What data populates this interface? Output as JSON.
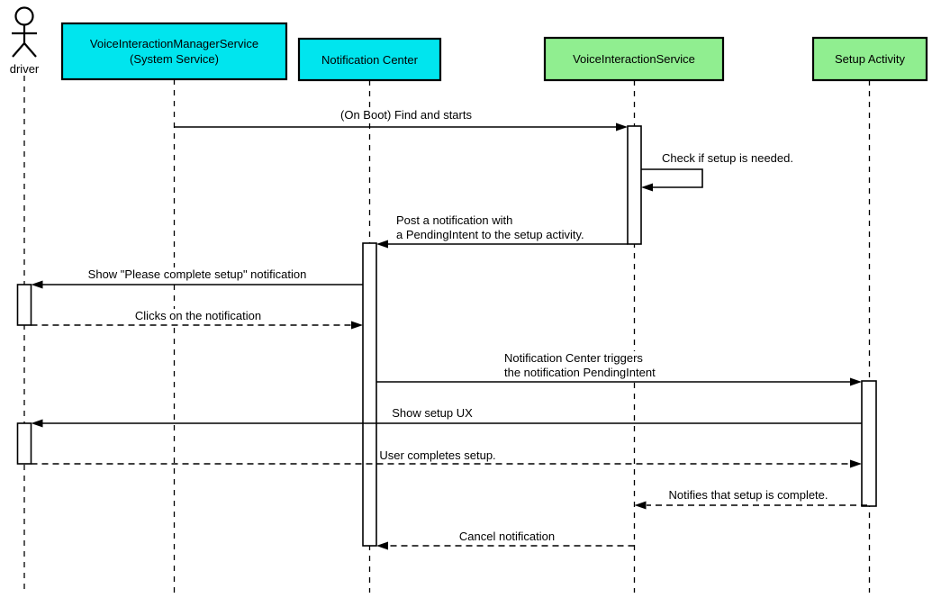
{
  "diagram": {
    "type": "uml-sequence",
    "colors": {
      "participant_system": "#00e5ee",
      "participant_activity": "#90ee90",
      "line": "#000000",
      "activation_fill": "#ffffff",
      "background": "#ffffff"
    },
    "actor": {
      "label": "driver"
    },
    "participants": [
      {
        "id": "voice-interaction-manager-service",
        "lines": [
          "VoiceInteractionManagerService",
          "(System Service)"
        ],
        "fill": "#00e5ee"
      },
      {
        "id": "notification-center",
        "label": "Notification Center",
        "fill": "#00e5ee"
      },
      {
        "id": "voice-interaction-service",
        "label": "VoiceInteractionService",
        "fill": "#90ee90"
      },
      {
        "id": "setup-activity",
        "label": "Setup Activity",
        "fill": "#90ee90"
      }
    ],
    "messages": [
      {
        "label": "(On Boot) Find and starts",
        "from": "VoiceInteractionManagerService",
        "to": "VoiceInteractionService",
        "style": "solid"
      },
      {
        "label": "Check if setup is needed.",
        "from": "VoiceInteractionService",
        "to": "VoiceInteractionService",
        "style": "self"
      },
      {
        "lines": [
          "Post a notification with",
          "a PendingIntent to the setup activity."
        ],
        "from": "VoiceInteractionService",
        "to": "Notification Center",
        "style": "solid"
      },
      {
        "label": "Show \"Please complete setup\" notification",
        "from": "Notification Center",
        "to": "driver",
        "style": "solid"
      },
      {
        "label": "Clicks on the notification",
        "from": "driver",
        "to": "Notification Center",
        "style": "dashed"
      },
      {
        "lines": [
          "Notification Center triggers",
          "the notification PendingIntent"
        ],
        "from": "Notification Center",
        "to": "Setup Activity",
        "style": "solid"
      },
      {
        "label": "Show setup UX",
        "from": "Setup Activity",
        "to": "driver",
        "style": "solid"
      },
      {
        "label": "User completes setup.",
        "from": "driver",
        "to": "Setup Activity",
        "style": "dashed"
      },
      {
        "label": "Notifies that setup is complete.",
        "from": "Setup Activity",
        "to": "VoiceInteractionService",
        "style": "dashed"
      },
      {
        "label": "Cancel notification",
        "from": "VoiceInteractionService",
        "to": "Notification Center",
        "style": "dashed"
      }
    ]
  }
}
